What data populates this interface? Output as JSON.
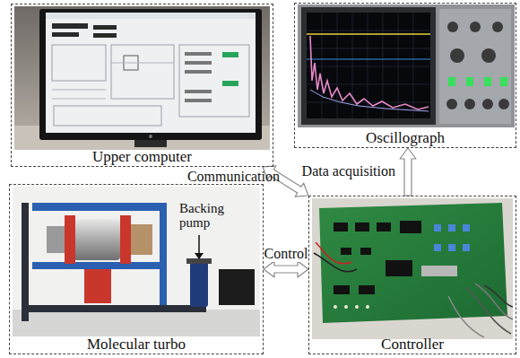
{
  "diagram": {
    "nodes": [
      {
        "text": [
          "Upper computer"
        ]
      },
      {
        "text": [
          "Oscillograph"
        ]
      },
      {
        "text": [
          "Molecular turbo"
        ]
      },
      {
        "text": [
          "Controller"
        ]
      }
    ],
    "edges": [
      {
        "from": 0,
        "to": 3,
        "label": "Communication",
        "arrow": "both"
      },
      {
        "from": 3,
        "to": 1,
        "label": "Data acquisition",
        "arrow": "to"
      },
      {
        "from": 2,
        "to": 3,
        "label": "Control",
        "arrow": "both"
      }
    ],
    "labels": [
      "Backing pump"
    ]
  }
}
